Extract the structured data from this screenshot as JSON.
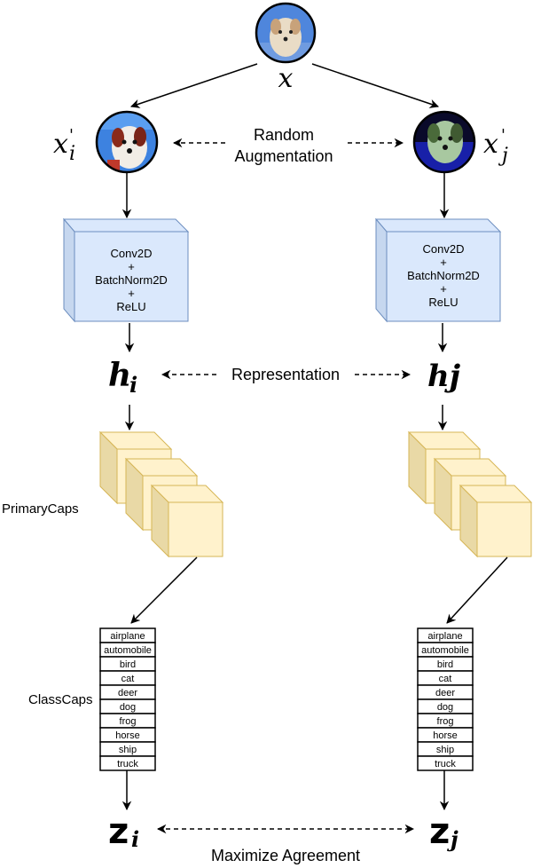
{
  "input": {
    "symbol": "x"
  },
  "left": {
    "view_symbol": "x",
    "view_prime": "'",
    "view_sub": "i",
    "block_lines": [
      "Conv2D",
      "+",
      "BatchNorm2D",
      "+",
      "ReLU"
    ],
    "h_symbol": "h",
    "h_sub": "i",
    "z_symbol": "z",
    "z_sub": "i"
  },
  "right": {
    "view_symbol": "x",
    "view_prime": "'",
    "view_sub": "j",
    "block_lines": [
      "Conv2D",
      "+",
      "BatchNorm2D",
      "+",
      "ReLU"
    ],
    "h_symbol": "hj",
    "z_symbol": "z",
    "z_sub": "j"
  },
  "labels": {
    "augmentation_line1": "Random",
    "augmentation_line2": "Augmentation",
    "representation": "Representation",
    "primary_caps": "PrimaryCaps",
    "class_caps": "ClassCaps",
    "agreement": "Maximize Agreement"
  },
  "classes": [
    "airplane",
    "automobile",
    "bird",
    "cat",
    "deer",
    "dog",
    "frog",
    "horse",
    "ship",
    "truck"
  ],
  "colors": {
    "conv_fill": "#dae8fc",
    "conv_stroke": "#6c8ebf",
    "caps_fill": "#fff2cc",
    "caps_stroke": "#d6b656",
    "image_bg_blue": "#3b6fd8",
    "image_bg_dark": "#1a2a8a"
  }
}
